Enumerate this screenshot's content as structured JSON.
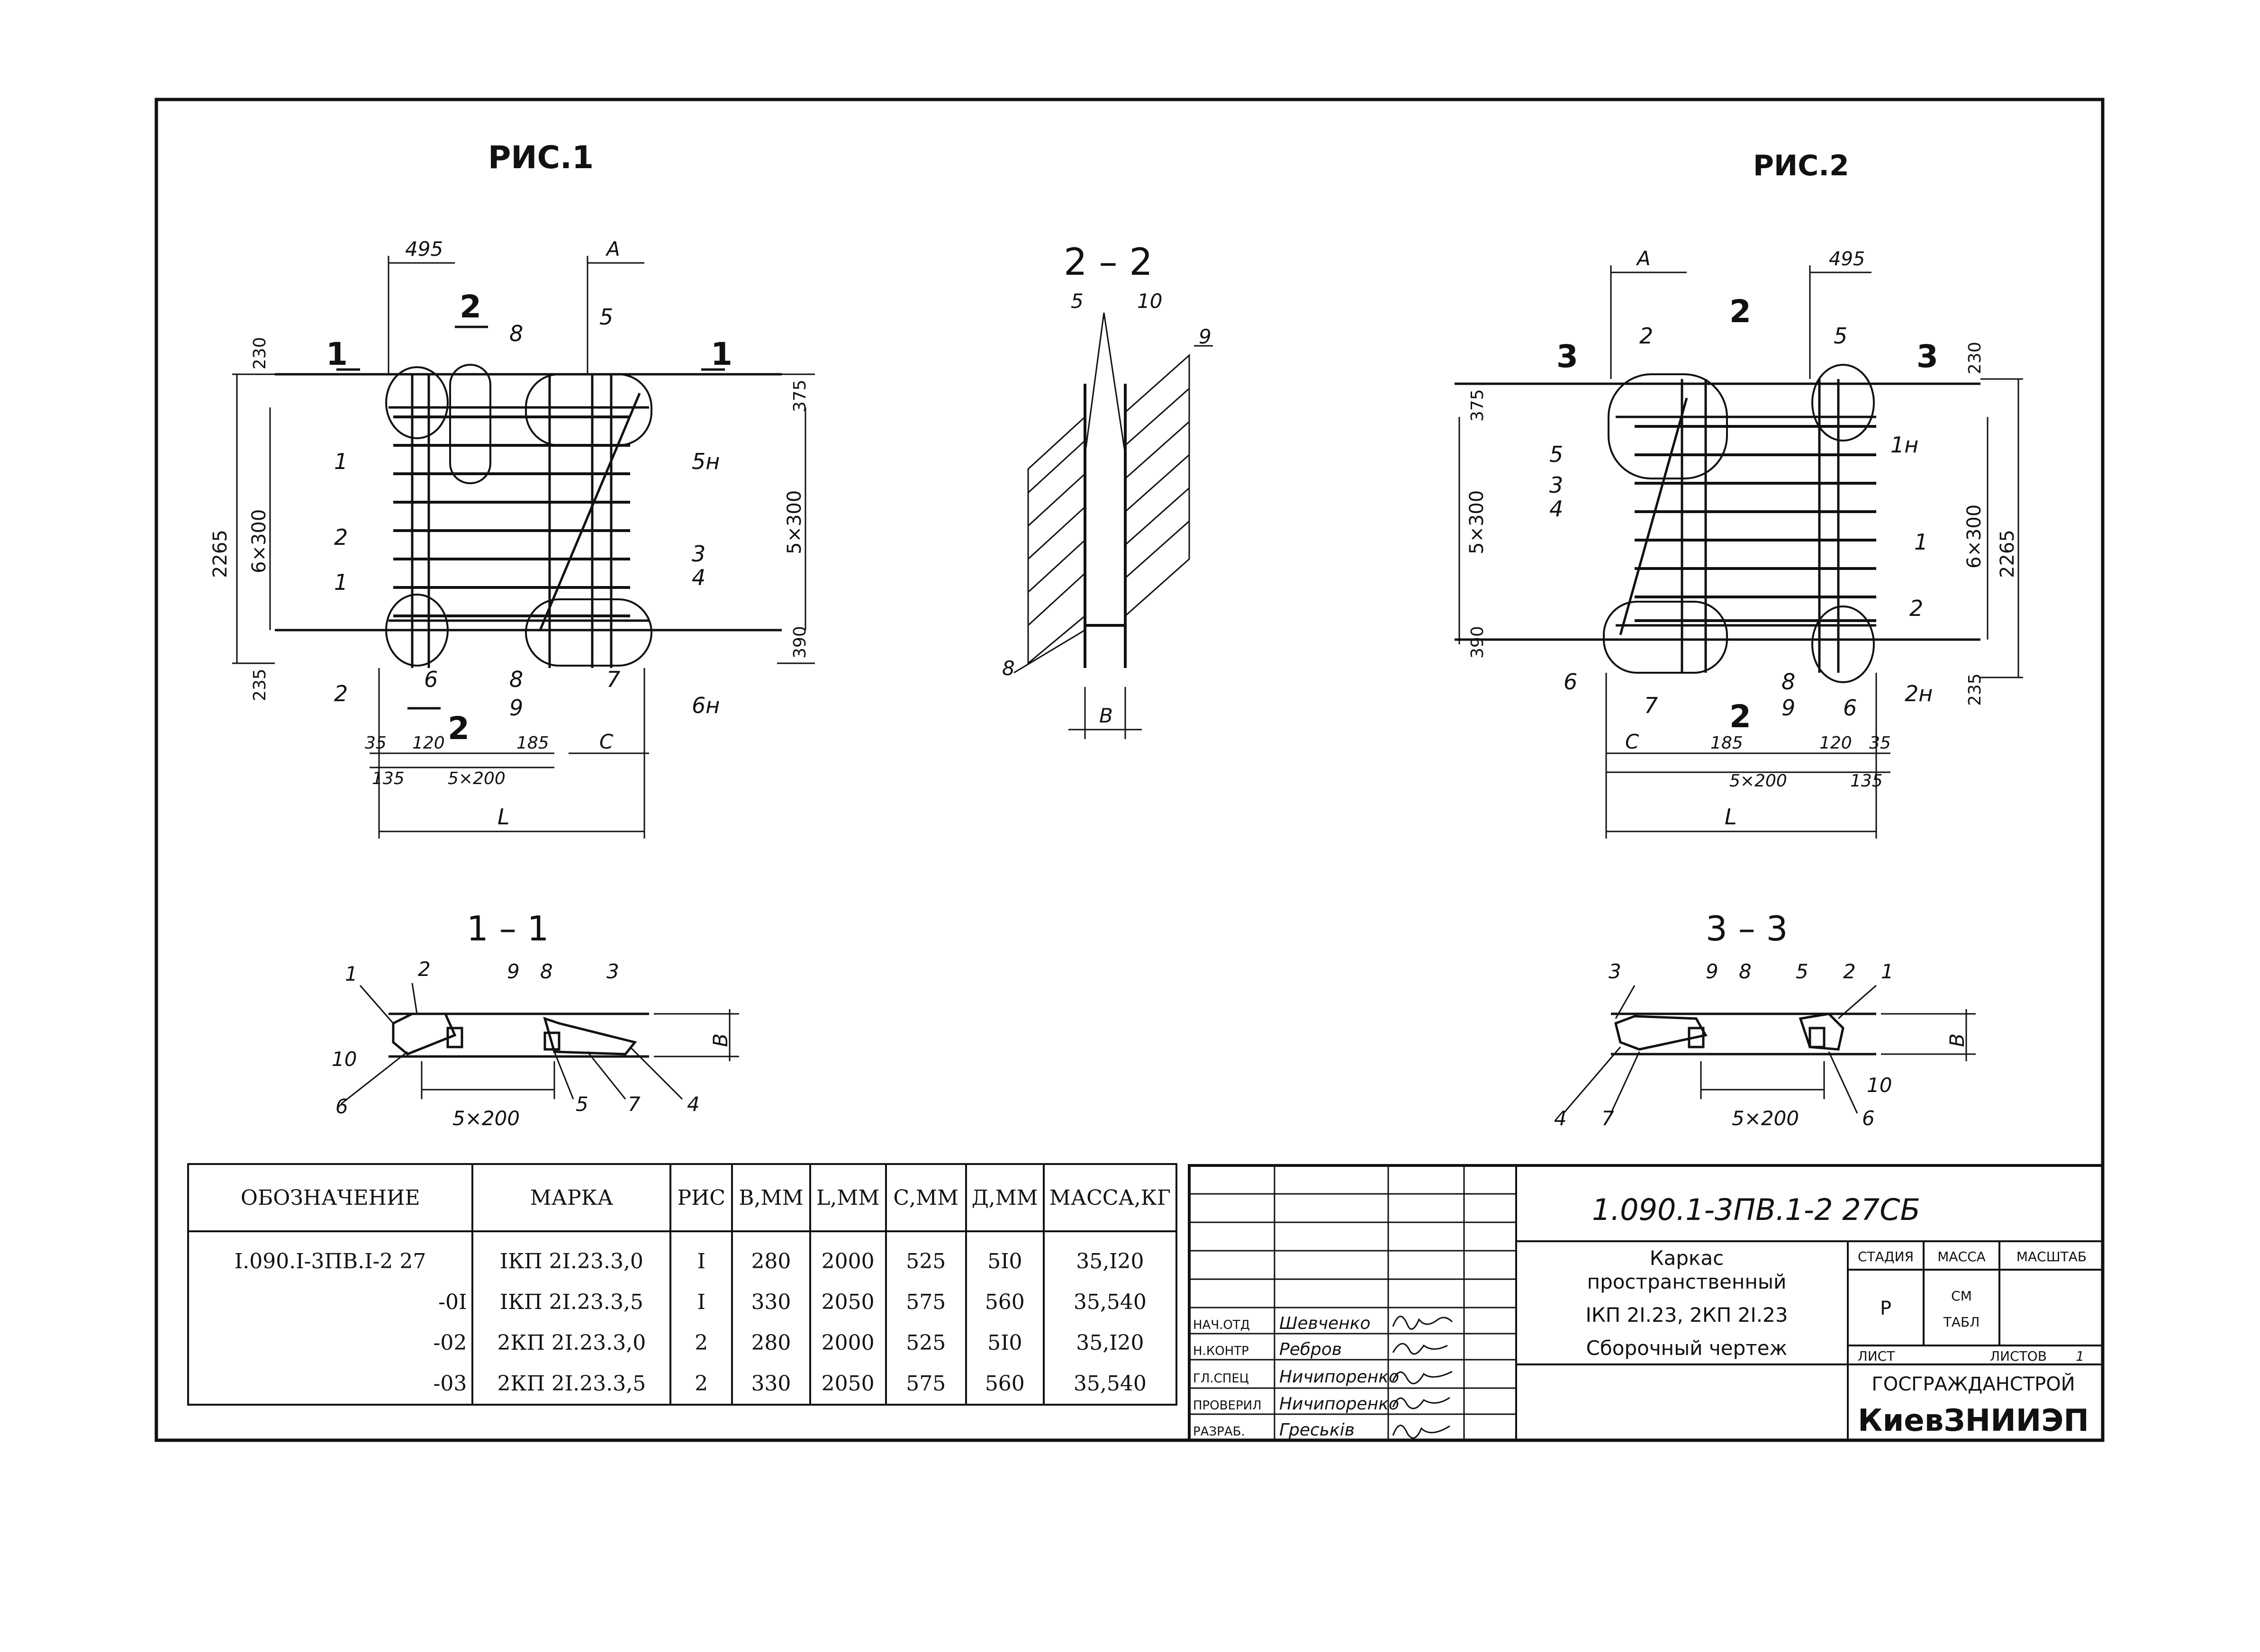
{
  "figures": {
    "fig1_label": "РИС.1",
    "fig2_label": "РИС.2",
    "section_2_2": "2 – 2",
    "section_1_1": "1 – 1",
    "section_3_3": "3 – 3"
  },
  "fig1_dims": {
    "d495": "495",
    "dA": "A",
    "d230": "230",
    "d375": "375",
    "d2265": "2265",
    "d6x300": "6×300",
    "d5x300": "5×300",
    "d390": "390",
    "d235": "235",
    "d35": "35",
    "d120": "120",
    "d135": "135",
    "d5x200": "5×200",
    "d185": "185",
    "dC": "C",
    "dL": "L",
    "cut1": "1",
    "cut2": "2"
  },
  "fig1_callouts": [
    "1",
    "2",
    "1",
    "2",
    "8",
    "5",
    "5н",
    "3",
    "4",
    "6",
    "8",
    "9",
    "7",
    "6н"
  ],
  "fig2_dims": {
    "dA": "A",
    "d495": "495",
    "d375": "375",
    "d230": "230",
    "d5x300": "5×300",
    "d6x300": "6×300",
    "d2265": "2265",
    "d390": "390",
    "d235": "235",
    "dC": "C",
    "d185": "185",
    "d5x200": "5×200",
    "d120": "120",
    "d35": "35",
    "d135": "135",
    "dL": "L",
    "cut3": "3",
    "cut2": "2"
  },
  "fig2_callouts": [
    "2",
    "5",
    "5",
    "3",
    "4",
    "1н",
    "1",
    "2",
    "6",
    "7",
    "8",
    "9",
    "6",
    "2н"
  ],
  "sec22_callouts": {
    "c5": "5",
    "c10": "10",
    "c9": "9",
    "c8": "8",
    "dB": "B"
  },
  "sec11_callouts": {
    "c1": "1",
    "c2": "2",
    "c9": "9",
    "c8": "8",
    "c3": "3",
    "c10": "10",
    "c6": "6",
    "c5": "5",
    "c7": "7",
    "c4": "4",
    "d5x200": "5×200",
    "dB": "B"
  },
  "sec33_callouts": {
    "c3": "3",
    "c9": "9",
    "c8": "8",
    "c5": "5",
    "c2": "2",
    "c1": "1",
    "c4": "4",
    "c7": "7",
    "c10": "10",
    "c6": "6",
    "d5x200": "5×200",
    "dB": "B"
  },
  "spec_table": {
    "headers": [
      "ОБОЗНАЧЕНИЕ",
      "МАРКА",
      "РИС",
      "В,ММ",
      "L,ММ",
      "С,ММ",
      "Д,ММ",
      "МАССА,КГ"
    ],
    "rows": [
      [
        "I.090.I-3ПВ.I-2 27",
        "IКП 2I.23.3,0",
        "I",
        "280",
        "2000",
        "525",
        "5I0",
        "35,I20"
      ],
      [
        "-0I",
        "IКП 2I.23.3,5",
        "I",
        "330",
        "2050",
        "575",
        "560",
        "35,540"
      ],
      [
        "-02",
        "2КП 2I.23.3,0",
        "2",
        "280",
        "2000",
        "525",
        "5I0",
        "35,I20"
      ],
      [
        "-03",
        "2КП 2I.23.3,5",
        "2",
        "330",
        "2050",
        "575",
        "560",
        "35,540"
      ]
    ]
  },
  "title_block": {
    "code": "1.090.1-3ПВ.1-2  27СБ",
    "title_line1": "Каркас",
    "title_line2": "пространственный",
    "title_line3": "IКП 2I.23, 2КП 2I.23",
    "title_line4": "Сборочный чертеж",
    "stage_label": "СТАДИЯ",
    "mass_label": "МАССА",
    "scale_label": "МАСШТАБ",
    "stage_value": "Р",
    "mass_value_1": "СМ",
    "mass_value_2": "ТАБЛ",
    "sheet_label": "ЛИСТ",
    "sheets_label": "ЛИСТОВ",
    "sheets_value": "1",
    "org_line1": "ГОСГРАЖДАНСТРОЙ",
    "org_line2": "КиевЗНИИЭП",
    "staff": [
      {
        "role": "НАЧ.ОТД",
        "name": "Шевченко"
      },
      {
        "role": "Н.КОНТР",
        "name": "Ребров"
      },
      {
        "role": "ГЛ.СПЕЦ",
        "name": "Ничипоренко"
      },
      {
        "role": "ПРОВЕРИЛ",
        "name": "Ничипоренко"
      },
      {
        "role": "РАЗРАБ.",
        "name": "Греськів"
      }
    ]
  }
}
